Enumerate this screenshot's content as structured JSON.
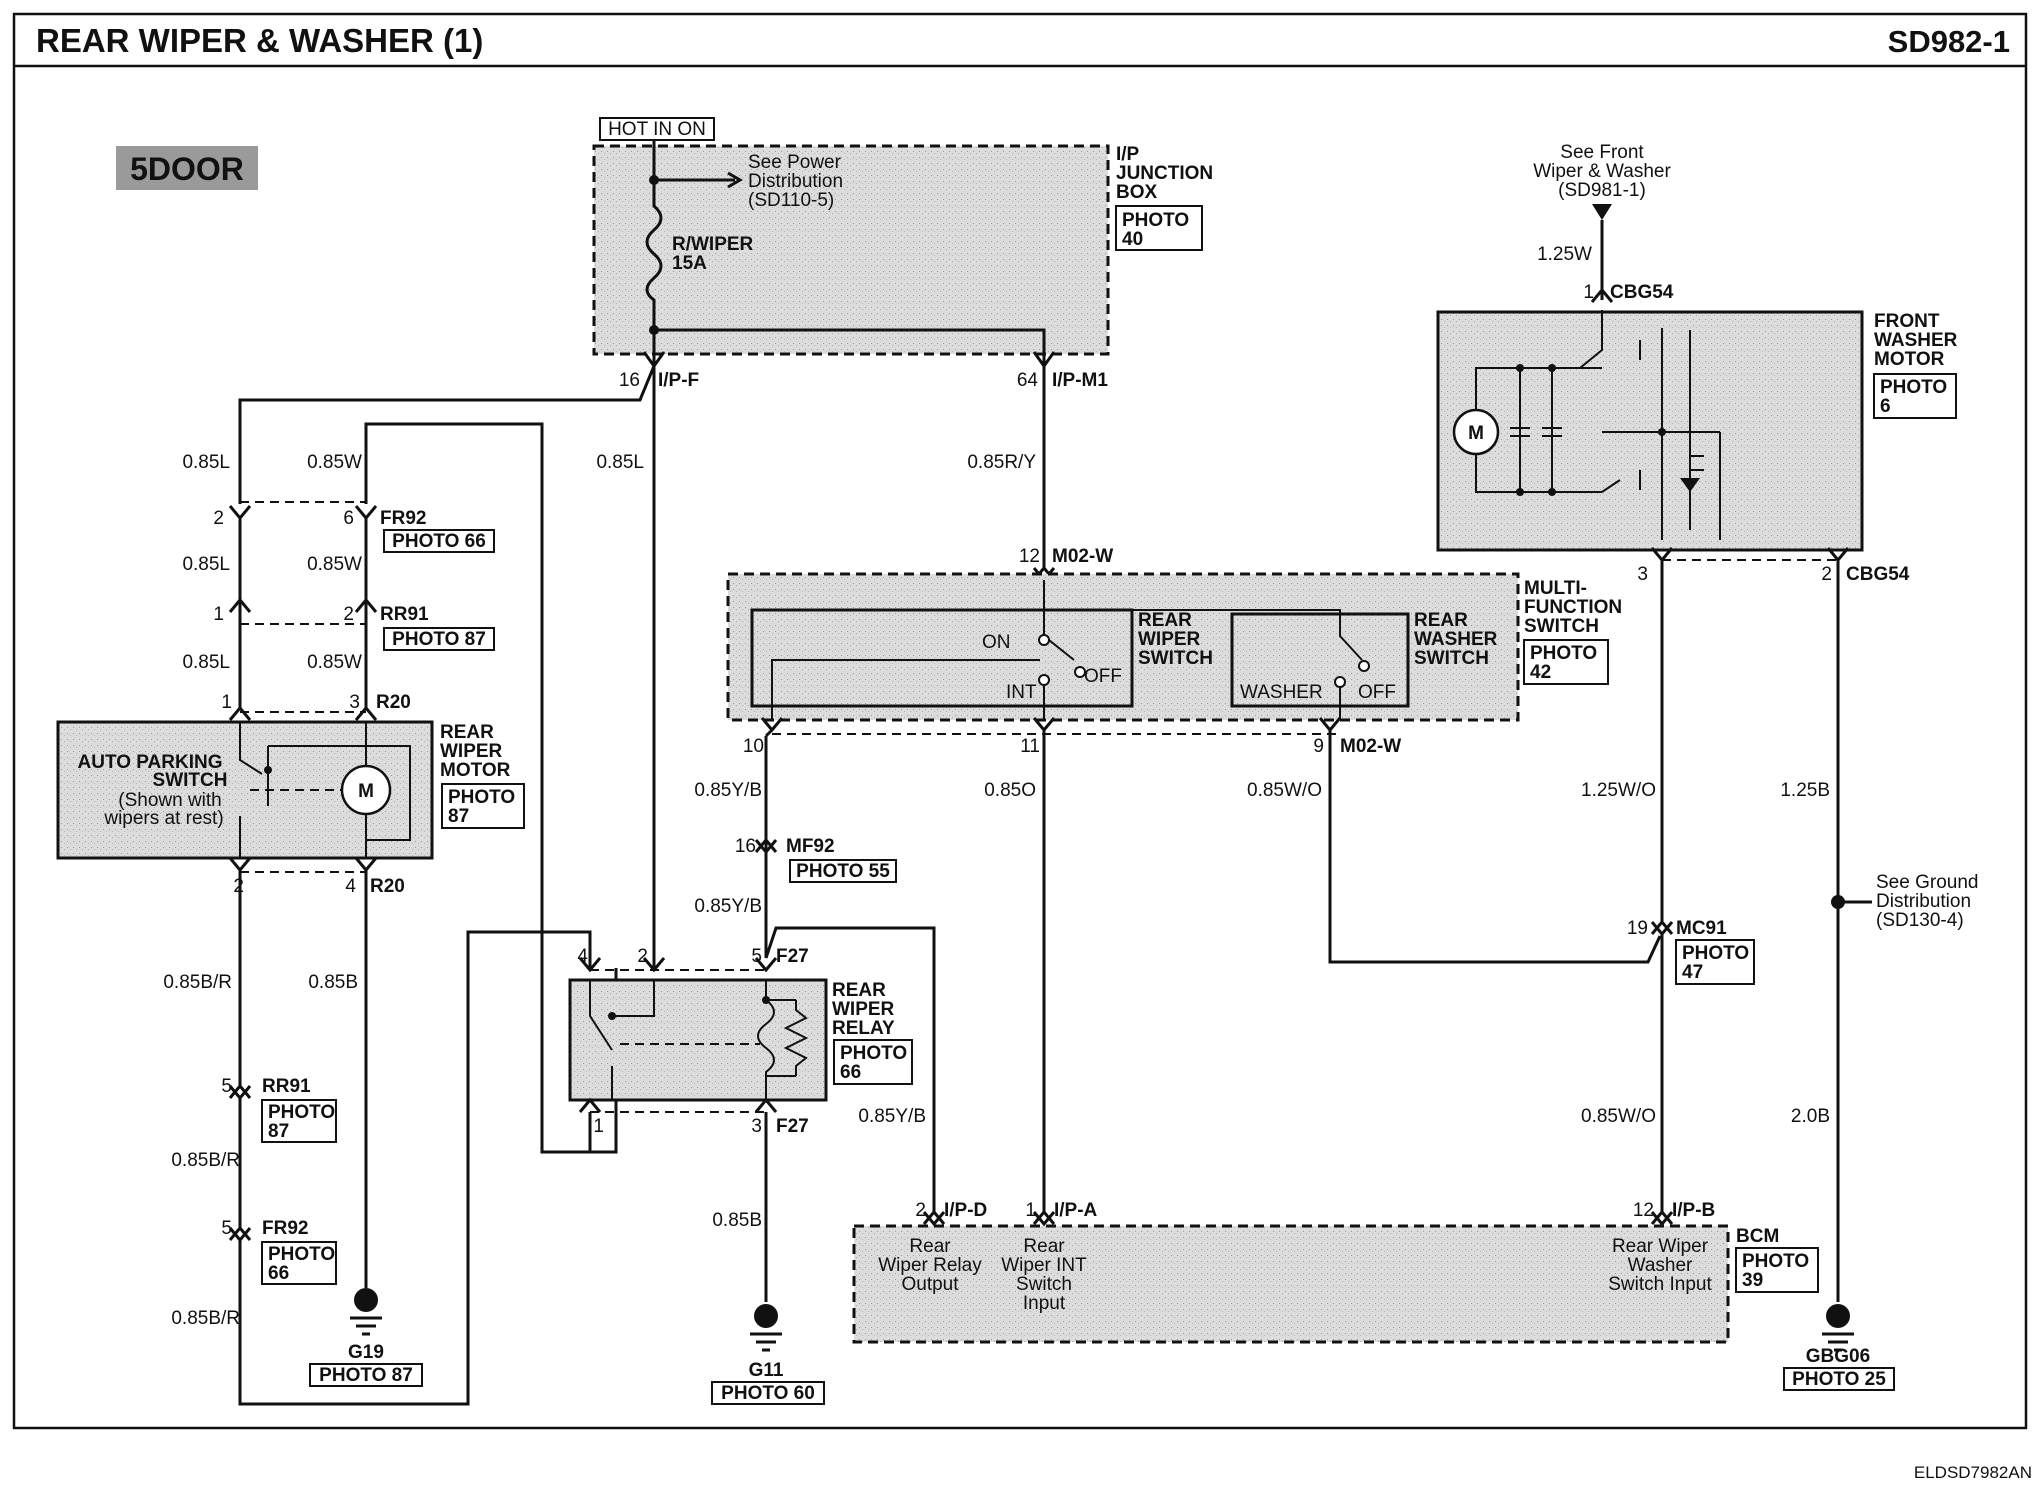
{
  "header": {
    "title": "REAR WIPER & WASHER (1)",
    "code": "SD982-1"
  },
  "variant_badge": "5DOOR",
  "footer_code": "ELDSD7982AN",
  "hot_in_on": "HOT IN ON",
  "ip_junction_box": {
    "name_lines": [
      "I/P",
      "JUNCTION",
      "BOX"
    ],
    "photo": [
      "PHOTO",
      "40"
    ],
    "see_power": [
      "See Power",
      "Distribution",
      "(SD110-5)"
    ],
    "fuse": [
      "R/WIPER",
      "15A"
    ],
    "pin_left": "16",
    "conn_left": "I/P-F",
    "pin_right": "64",
    "conn_right": "I/P-M1"
  },
  "front_washer": {
    "see_front": [
      "See Front",
      "Wiper & Washer",
      "(SD981-1)"
    ],
    "wire_top": "1.25W",
    "pin_top": "1",
    "conn_top": "CBG54",
    "name_lines": [
      "FRONT",
      "WASHER",
      "MOTOR"
    ],
    "photo": [
      "PHOTO",
      "6"
    ],
    "motor": "M",
    "pin_3": "3",
    "pin_2": "2",
    "conn_bottom": "CBG54"
  },
  "multi_function_switch": {
    "name_lines": [
      "MULTI-",
      "FUNCTION",
      "SWITCH"
    ],
    "photo": [
      "PHOTO",
      "42"
    ],
    "pin_top": "12",
    "conn_top": "M02-W",
    "rear_wiper_switch": [
      "REAR",
      "WIPER",
      "SWITCH"
    ],
    "rear_washer_switch": [
      "REAR",
      "WASHER",
      "SWITCH"
    ],
    "on": "ON",
    "int": "INT",
    "off": "OFF",
    "washer": "WASHER",
    "off2": "OFF",
    "pin_10": "10",
    "pin_11": "11",
    "pin_9": "9",
    "conn_bottom": "M02-W"
  },
  "left_wires": {
    "w1": "0.85L",
    "w2": "0.85W",
    "pin_fr92_2": "2",
    "pin_fr92_6": "6",
    "fr92": "FR92",
    "photo_66": "PHOTO 66",
    "w3": "0.85L",
    "w4": "0.85W",
    "pin_rr91_1": "1",
    "pin_rr91_2": "2",
    "rr91": "RR91",
    "photo_87": "PHOTO 87",
    "w5": "0.85L",
    "w6": "0.85W",
    "center_wire": "0.85L"
  },
  "rear_wiper_motor": {
    "name_lines": [
      "REAR",
      "WIPER",
      "MOTOR"
    ],
    "photo": [
      "PHOTO",
      "87"
    ],
    "pin_1": "1",
    "pin_3": "3",
    "conn_top": "R20",
    "auto_parking": [
      "AUTO PARKING",
      "SWITCH",
      "(Shown with",
      "wipers at rest)"
    ],
    "motor": "M",
    "pin_2": "2",
    "pin_4": "4",
    "conn_bottom": "R20"
  },
  "lower_left": {
    "w_br1": "0.85B/R",
    "w_b": "0.85B",
    "rr91": "RR91",
    "pin_rr91": "5",
    "photo_rr91": [
      "PHOTO",
      "87"
    ],
    "w_br2": "0.85B/R",
    "fr92": "FR92",
    "pin_fr92": "5",
    "photo_fr92": [
      "PHOTO",
      "66"
    ],
    "w_br3": "0.85B/R",
    "ground": "G19",
    "ground_photo": "PHOTO 87"
  },
  "rear_wiper_relay": {
    "name_lines": [
      "REAR",
      "WIPER",
      "RELAY"
    ],
    "photo": [
      "PHOTO",
      "66"
    ],
    "pin_4": "4",
    "pin_2": "2",
    "pin_5": "5",
    "conn_top": "F27",
    "pin_1": "1",
    "pin_3": "3",
    "conn_bottom": "F27"
  },
  "mid_wires": {
    "w_yb1": "0.85Y/B",
    "mf92_pin": "16",
    "mf92": "MF92",
    "mf92_photo": "PHOTO 55",
    "w_yb2": "0.85Y/B",
    "w_o": "0.85O",
    "w_wo": "0.85W/O",
    "w_ry": "0.85R/Y",
    "w_yb3": "0.85Y/B",
    "w_b": "0.85B",
    "ground": "G11",
    "ground_photo": "PHOTO 60"
  },
  "right_wires": {
    "w_125wo": "1.25W/O",
    "w_125b": "1.25B",
    "mc91_pin": "19",
    "mc91": "MC91",
    "mc91_photo": [
      "PHOTO",
      "47"
    ],
    "see_ground": [
      "See Ground",
      "Distribution",
      "(SD130-4)"
    ],
    "w_085wo": "0.85W/O",
    "w_20b": "2.0B",
    "ground": "GBG06",
    "ground_photo": "PHOTO 25"
  },
  "bcm": {
    "name": "BCM",
    "photo": [
      "PHOTO",
      "39"
    ],
    "pin_ipd": "2",
    "conn_ipd": "I/P-D",
    "pin_ipa": "1",
    "conn_ipa": "I/P-A",
    "pin_ipb": "12",
    "conn_ipb": "I/P-B",
    "input1": [
      "Rear",
      "Wiper Relay",
      "Output"
    ],
    "input2": [
      "Rear",
      "Wiper INT",
      "Switch",
      "Input"
    ],
    "input3": [
      "Rear Wiper",
      "Washer",
      "Switch Input"
    ]
  }
}
